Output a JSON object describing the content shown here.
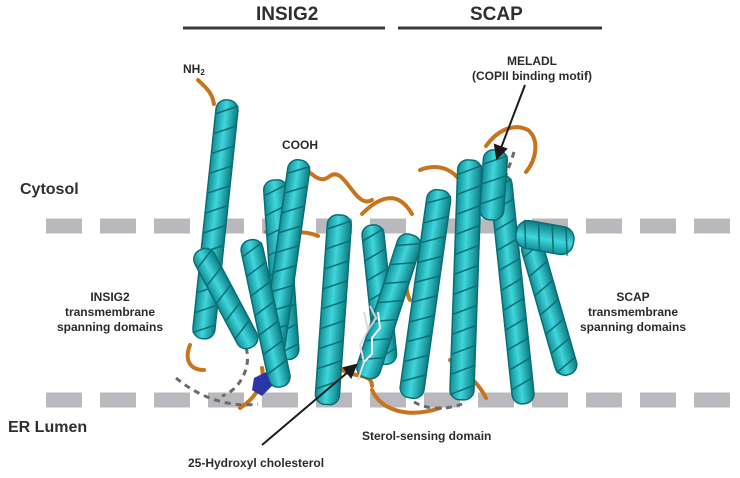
{
  "headers": {
    "insig2": "INSIG2",
    "scap": "SCAP"
  },
  "compartments": {
    "cytosol": "Cytosol",
    "er_lumen": "ER Lumen"
  },
  "termini": {
    "nh2_base": "NH",
    "nh2_sub": "2",
    "cooh": "COOH"
  },
  "motif": {
    "name": "MELADL",
    "description": "(COPII binding motif)"
  },
  "domains": {
    "insig2_tm": [
      "INSIG2",
      "transmembrane",
      "spanning domains"
    ],
    "scap_tm": [
      "SCAP",
      "transmembrane",
      "spanning domains"
    ],
    "sterol_sensing": "Sterol-sensing domain"
  },
  "ligand": "25-Hydroxyl cholesterol",
  "colors": {
    "helix": "#1fbcc4",
    "helix_dark": "#0e7f86",
    "loop": "#c8741f",
    "membrane": "#b9b9bd",
    "header_bar": "#3a3a3a",
    "ligand_mark": "#2a35a8"
  }
}
